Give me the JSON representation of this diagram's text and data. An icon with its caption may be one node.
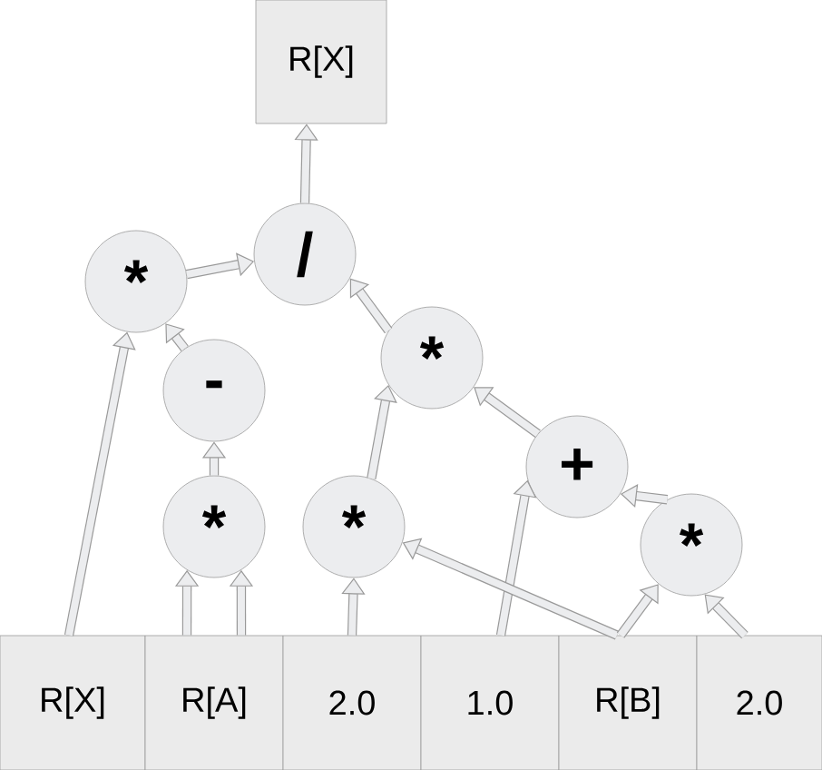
{
  "diagram": {
    "nodes": [
      {
        "text": [
          "R[X]"
        ]
      },
      {
        "text": [
          "*"
        ]
      },
      {
        "text": [
          "/"
        ]
      },
      {
        "text": [
          "-"
        ]
      },
      {
        "text": [
          "*"
        ]
      },
      {
        "text": [
          "*"
        ]
      },
      {
        "text": [
          "*"
        ]
      },
      {
        "text": [
          "+"
        ]
      },
      {
        "text": [
          "*"
        ]
      },
      {
        "text": [
          "R[X]"
        ]
      },
      {
        "text": [
          "R[A]"
        ]
      },
      {
        "text": [
          "2.0"
        ]
      },
      {
        "text": [
          "1.0"
        ]
      },
      {
        "text": [
          "R[B]"
        ]
      },
      {
        "text": [
          "2.0"
        ]
      }
    ],
    "edges": [
      {
        "from": 9,
        "to": 1,
        "arrow": "to"
      },
      {
        "from": 1,
        "to": 2,
        "arrow": "to"
      },
      {
        "from": 2,
        "to": 0,
        "arrow": "to"
      },
      {
        "from": 3,
        "to": 1,
        "arrow": "to"
      },
      {
        "from": 5,
        "to": 3,
        "arrow": "to"
      },
      {
        "from": 10,
        "to": 5,
        "arrow": "to"
      },
      {
        "from": 10,
        "to": 5,
        "arrow": "to"
      },
      {
        "from": 4,
        "to": 2,
        "arrow": "to"
      },
      {
        "from": 6,
        "to": 4,
        "arrow": "to"
      },
      {
        "from": 11,
        "to": 6,
        "arrow": "to"
      },
      {
        "from": 7,
        "to": 4,
        "arrow": "to"
      },
      {
        "from": 12,
        "to": 7,
        "arrow": "to"
      },
      {
        "from": 13,
        "to": 6,
        "arrow": "to"
      },
      {
        "from": 13,
        "to": 8,
        "arrow": "to"
      },
      {
        "from": 14,
        "to": 8,
        "arrow": "to"
      },
      {
        "from": 8,
        "to": 7,
        "arrow": "to"
      }
    ]
  }
}
